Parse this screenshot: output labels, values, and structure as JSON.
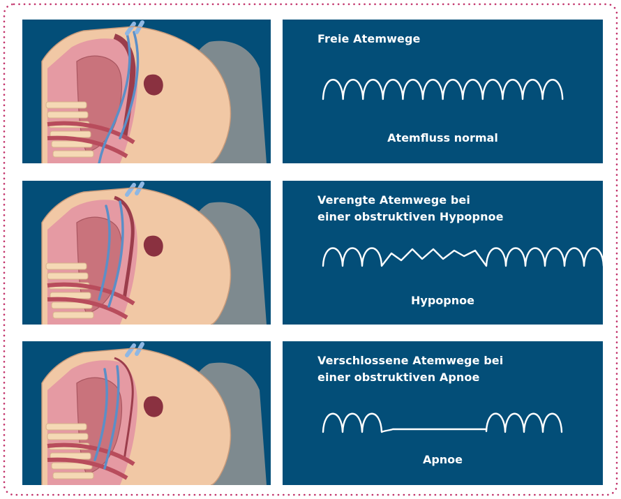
{
  "colors": {
    "panel": "#034e78",
    "border_dots": "#c2336b",
    "wave": "#ffffff"
  },
  "panels": [
    {
      "title": "Freie Atemwege",
      "caption": "Atemfluss normal",
      "wave_type": "normal"
    },
    {
      "title": "Verengte Atemwege bei\neiner obstruktiven Hypopnoe",
      "caption": "Hypopnoe",
      "wave_type": "hypopnea"
    },
    {
      "title": "Verschlossene Atemwege bei\neiner obstruktiven Apnoe",
      "caption": "Apnoe",
      "wave_type": "apnea"
    }
  ],
  "illustrations": [
    {
      "icon": "head-profile-airway-open-illustration"
    },
    {
      "icon": "head-profile-airway-narrowed-illustration"
    },
    {
      "icon": "head-profile-airway-closed-illustration"
    }
  ]
}
